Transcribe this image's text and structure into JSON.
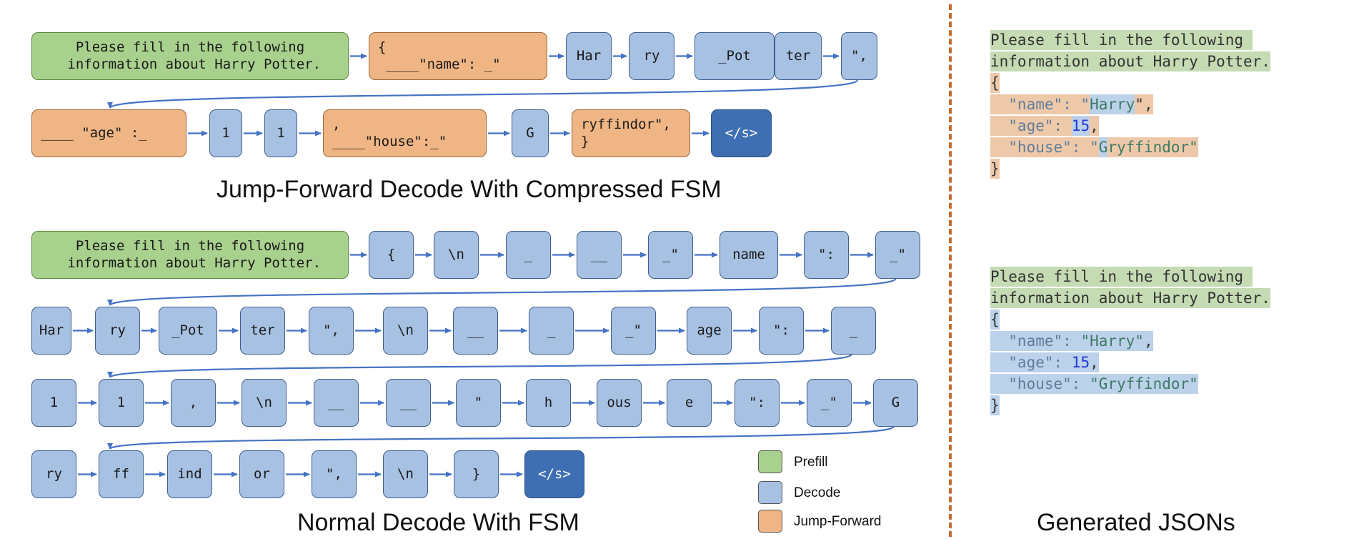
{
  "sections": {
    "top_caption": "Jump-Forward Decode With Compressed FSM",
    "bottom_caption": "Normal Decode With FSM",
    "right_caption": "Generated JSONs"
  },
  "top_tokens": [
    [
      "prefill",
      "Please fill in the following\n information about Harry Potter."
    ],
    [
      "jump",
      "{\n ____\"name\": _\""
    ],
    [
      "decode",
      "Har"
    ],
    [
      "decode",
      "ry"
    ],
    [
      "decode",
      "_Pot"
    ],
    [
      "decode",
      "ter"
    ],
    [
      "decode",
      "\","
    ],
    [
      "jump",
      "____ \"age\" :_"
    ],
    [
      "decode",
      "1"
    ],
    [
      "decode",
      "1"
    ],
    [
      "jump",
      ",\n____\"house\":_\""
    ],
    [
      "decode",
      "G"
    ],
    [
      "jump",
      "ryffindor\",\n}"
    ],
    [
      "end",
      "</s>"
    ]
  ],
  "bottom_tokens": [
    [
      "prefill",
      "Please fill in the following\n information about Harry Potter."
    ],
    [
      "decode",
      "{"
    ],
    [
      "decode",
      "\\n"
    ],
    [
      "decode",
      "_"
    ],
    [
      "decode",
      "__"
    ],
    [
      "decode",
      "_\""
    ],
    [
      "decode",
      "name"
    ],
    [
      "decode",
      "\":"
    ],
    [
      "decode",
      "_\""
    ],
    [
      "decode",
      "Har"
    ],
    [
      "decode",
      "ry"
    ],
    [
      "decode",
      "_Pot"
    ],
    [
      "decode",
      "ter"
    ],
    [
      "decode",
      "\","
    ],
    [
      "decode",
      "\\n"
    ],
    [
      "decode",
      "__"
    ],
    [
      "decode",
      "_"
    ],
    [
      "decode",
      "_\""
    ],
    [
      "decode",
      "age"
    ],
    [
      "decode",
      "\":"
    ],
    [
      "decode",
      "_"
    ],
    [
      "decode",
      "1"
    ],
    [
      "decode",
      "1"
    ],
    [
      "decode",
      ","
    ],
    [
      "decode",
      "\\n"
    ],
    [
      "decode",
      "__"
    ],
    [
      "decode",
      "__"
    ],
    [
      "decode",
      "\""
    ],
    [
      "decode",
      "h"
    ],
    [
      "decode",
      "ous"
    ],
    [
      "decode",
      "e"
    ],
    [
      "decode",
      "\":"
    ],
    [
      "decode",
      "_\""
    ],
    [
      "decode",
      "G"
    ],
    [
      "decode",
      "ry"
    ],
    [
      "decode",
      "ff"
    ],
    [
      "decode",
      "ind"
    ],
    [
      "decode",
      "or"
    ],
    [
      "decode",
      "\","
    ],
    [
      "decode",
      "\\n"
    ],
    [
      "decode",
      "}"
    ],
    [
      "end",
      "</s>"
    ]
  ],
  "legend": [
    {
      "label": "Prefill",
      "color": "#a9d18e"
    },
    {
      "label": "Decode",
      "color": "#a7c1e3"
    },
    {
      "label": "Jump-Forward",
      "color": "#efb584"
    }
  ],
  "json_top": [
    [
      [
        "g",
        "",
        "Please fill in the following "
      ]
    ],
    [
      [
        "g",
        "",
        "information about Harry Potter."
      ]
    ],
    [
      [
        "o",
        "",
        "{"
      ]
    ],
    [
      [
        "o",
        "key",
        "  \"name\": \""
      ],
      [
        "b",
        "str",
        "Harry"
      ],
      [
        "o",
        "",
        "\","
      ]
    ],
    [
      [
        "o",
        "key",
        "  \"age\": "
      ],
      [
        "b",
        "num",
        "15"
      ],
      [
        "o",
        "",
        ","
      ]
    ],
    [
      [
        "o",
        "key",
        "  \"house\": \""
      ],
      [
        "b",
        "str",
        "G"
      ],
      [
        "o",
        "str",
        "ryffindor\""
      ]
    ],
    [
      [
        "o",
        "",
        "}"
      ]
    ]
  ],
  "json_bottom": [
    [
      [
        "g",
        "",
        "Please fill in the following "
      ]
    ],
    [
      [
        "g",
        "",
        "information about Harry Potter."
      ]
    ],
    [
      [
        "b",
        "",
        "{"
      ]
    ],
    [
      [
        "b",
        "key",
        "  \"name\": "
      ],
      [
        "b",
        "str",
        "\"Harry\""
      ],
      [
        "b",
        "",
        ","
      ]
    ],
    [
      [
        "b",
        "key",
        "  \"age\": "
      ],
      [
        "b",
        "num",
        "15"
      ],
      [
        "b",
        "",
        ","
      ]
    ],
    [
      [
        "b",
        "key",
        "  \"house\": "
      ],
      [
        "b",
        "str",
        "\"Gryffindor\""
      ]
    ],
    [
      [
        "b",
        "",
        "}"
      ]
    ]
  ],
  "colors": {
    "arrow": "#4472c4",
    "divider": "#c76b2c"
  }
}
